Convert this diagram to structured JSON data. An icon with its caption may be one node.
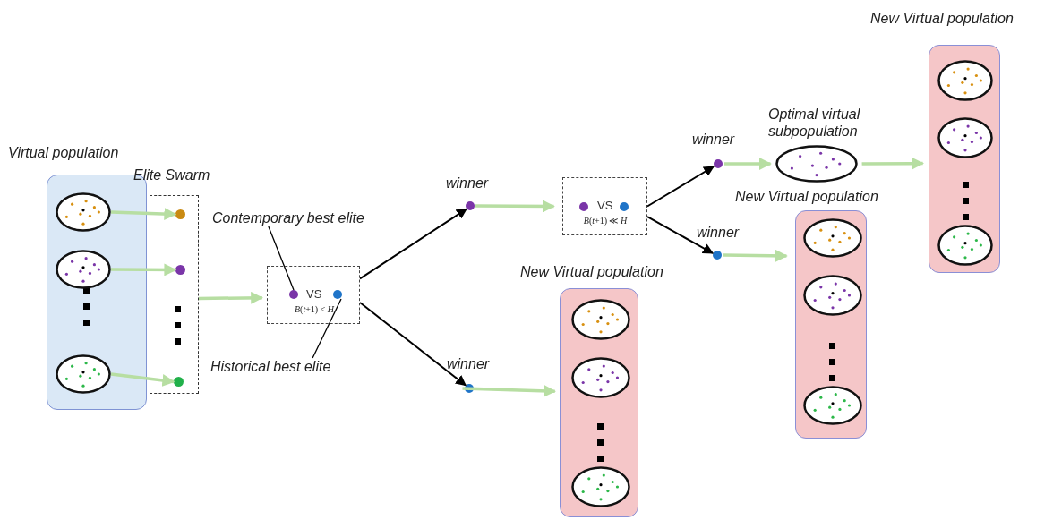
{
  "diagram": {
    "nodes": [
      {
        "text": [
          "Virtual population"
        ]
      },
      {
        "text": [],
        "shape": "ellipse",
        "in": 0
      },
      {
        "text": [],
        "shape": "ellipse",
        "in": 0
      },
      {
        "text": [],
        "shape": "ellipse",
        "in": 0
      },
      {
        "text": [
          "Elite Swarm"
        ]
      },
      {
        "text": [],
        "shape": "circle",
        "in": 4
      },
      {
        "text": [],
        "shape": "circle",
        "in": 4
      },
      {
        "text": [],
        "shape": "circle",
        "in": 4
      },
      {
        "text": [
          "VS",
          "*B*(*t*+1) < *H*"
        ]
      },
      {
        "text": [],
        "shape": "circle",
        "in": 8
      },
      {
        "text": [],
        "shape": "circle",
        "in": 8
      },
      {
        "text": [
          "Contemporary best elite"
        ]
      },
      {
        "text": [
          "Historical best elite"
        ]
      },
      {
        "text": [],
        "shape": "circle",
        "beside": [
          "winner"
        ]
      },
      {
        "text": [],
        "shape": "circle",
        "beside": [
          "winner"
        ]
      },
      {
        "text": [
          "VS",
          "*B*(*t*+1) ≪ *H*"
        ]
      },
      {
        "text": [
          "New Virtual population"
        ]
      },
      {
        "text": [],
        "shape": "ellipse",
        "in": 16
      },
      {
        "text": [],
        "shape": "ellipse",
        "in": 16
      },
      {
        "text": [],
        "shape": "ellipse",
        "in": 16
      },
      {
        "text": [],
        "shape": "circle",
        "beside": [
          "winner"
        ]
      },
      {
        "text": [],
        "shape": "circle",
        "beside": [
          "winner"
        ]
      },
      {
        "text": [
          "Optimal virtual subpopulation"
        ]
      },
      {
        "text": [
          "New Virtual population"
        ]
      },
      {
        "text": [],
        "shape": "ellipse",
        "in": 23
      },
      {
        "text": [],
        "shape": "ellipse",
        "in": 23
      },
      {
        "text": [],
        "shape": "ellipse",
        "in": 23
      },
      {
        "text": [
          "New Virtual population"
        ]
      },
      {
        "text": [],
        "shape": "ellipse",
        "in": 27
      },
      {
        "text": [],
        "shape": "ellipse",
        "in": 27
      },
      {
        "text": [],
        "shape": "ellipse",
        "in": 27
      }
    ],
    "edges": [
      {
        "from": 1,
        "to": 5,
        "arrow": "to"
      },
      {
        "from": 2,
        "to": 6,
        "arrow": "to"
      },
      {
        "from": 3,
        "to": 7,
        "arrow": "to"
      },
      {
        "from": 4,
        "to": 8,
        "arrow": "to"
      },
      {
        "from": 11,
        "to": 9,
        "arrow": "none",
        "color": "#000000"
      },
      {
        "from": 12,
        "to": 10,
        "arrow": "none",
        "color": "#000000"
      },
      {
        "from": 8,
        "to": 13,
        "arrow": "to",
        "color": "#000000"
      },
      {
        "from": 8,
        "to": 14,
        "arrow": "to",
        "color": "#000000"
      },
      {
        "from": 13,
        "to": 15,
        "arrow": "to"
      },
      {
        "from": 14,
        "to": 16,
        "arrow": "to"
      },
      {
        "from": 15,
        "to": 20,
        "arrow": "to",
        "color": "#000000"
      },
      {
        "from": 15,
        "to": 21,
        "arrow": "to",
        "color": "#000000"
      },
      {
        "from": 20,
        "to": 22,
        "arrow": "to"
      },
      {
        "from": 22,
        "to": 27,
        "arrow": "to"
      },
      {
        "from": 21,
        "to": 23,
        "arrow": "to"
      }
    ]
  }
}
